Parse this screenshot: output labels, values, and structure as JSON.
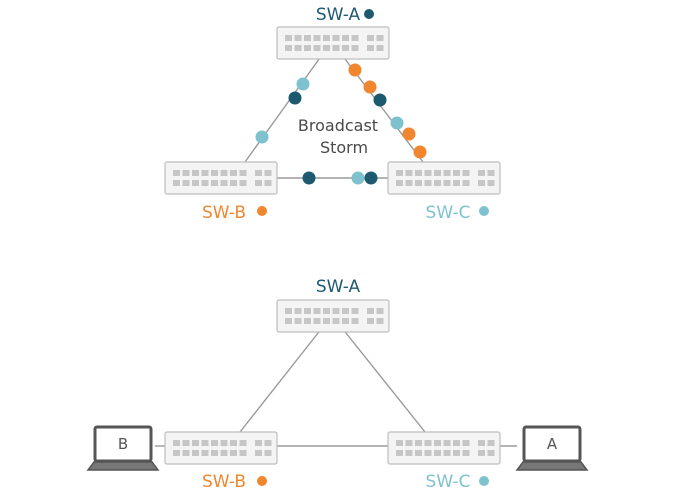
{
  "colors": {
    "dark": "#1d5a70",
    "orange": "#f0872f",
    "light": "#7fc2cf",
    "link": "#9a9a9a",
    "switch_fill": "#f4f4f4",
    "switch_stroke": "#bdbdbd",
    "port": "#c6c6c6"
  },
  "top": {
    "sw_a": {
      "label": "SW-A",
      "dot_color": "#1d5a70",
      "label_color": "#1d5a70"
    },
    "sw_b": {
      "label": "SW-B",
      "dot_color": "#f0872f",
      "label_color": "#f0872f"
    },
    "sw_c": {
      "label": "SW-C",
      "dot_color": "#7fc2cf",
      "label_color": "#7fc2cf"
    },
    "storm_line1": "Broadcast",
    "storm_line2": "Storm"
  },
  "bottom": {
    "sw_a": {
      "label": "SW-A",
      "label_color": "#1d5a70"
    },
    "sw_b": {
      "label": "SW-B",
      "dot_color": "#f0872f",
      "label_color": "#f0872f"
    },
    "sw_c": {
      "label": "SW-C",
      "dot_color": "#7fc2cf",
      "label_color": "#7fc2cf"
    },
    "laptop_b": "B",
    "laptop_a": "A"
  }
}
